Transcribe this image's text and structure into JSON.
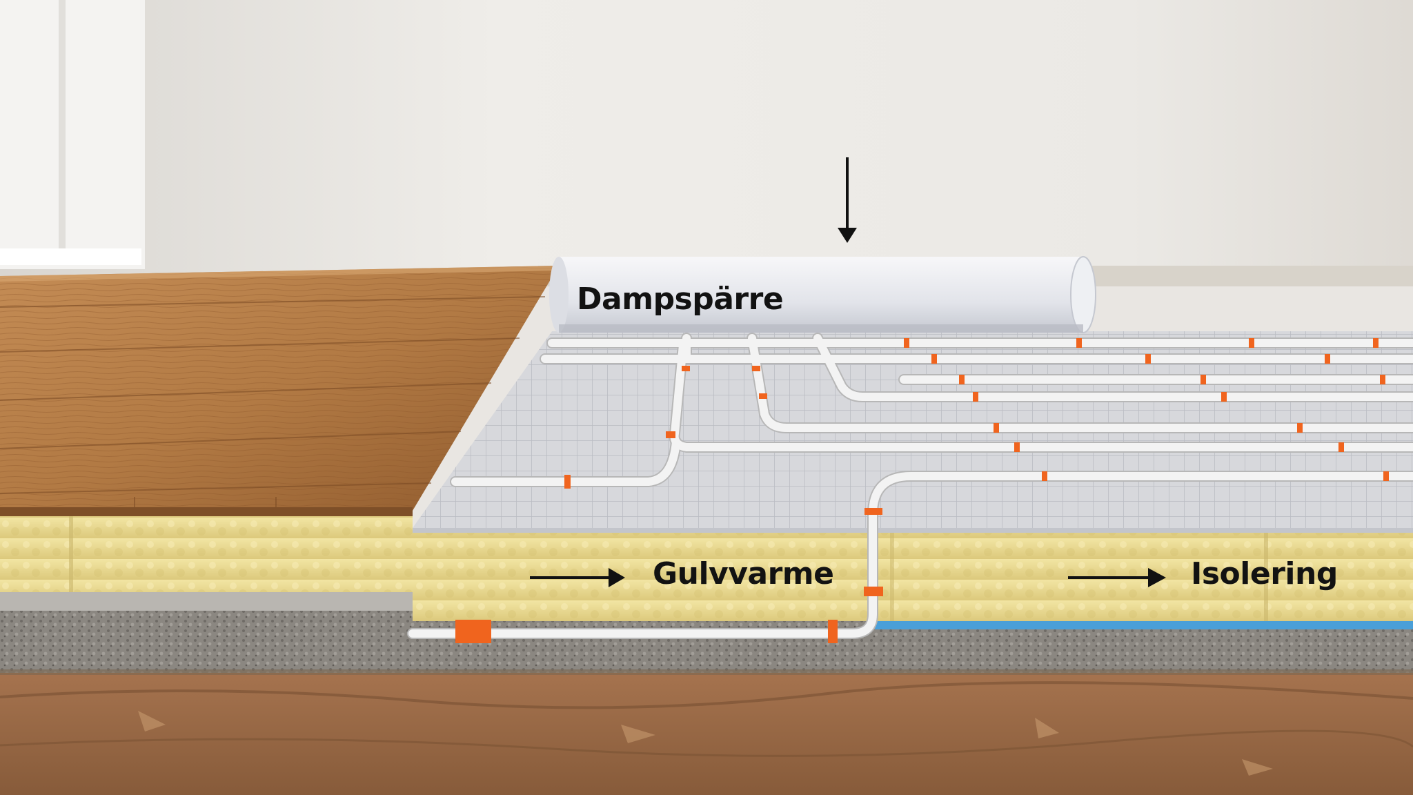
{
  "labels": {
    "vapor_barrier": "Dampspärre",
    "floor_heating": "Gulvvarme",
    "insulation": "Isolering"
  },
  "colors": {
    "wall": "#ecebe8",
    "wood": "#b27a44",
    "insulation": "#e9da92",
    "pipe": "#f3f3f3",
    "clip": "#f0641e",
    "concrete": "#8a8680",
    "soil": "#9a6a45",
    "foil_edge": "#4a9fd8",
    "text": "#121212"
  }
}
